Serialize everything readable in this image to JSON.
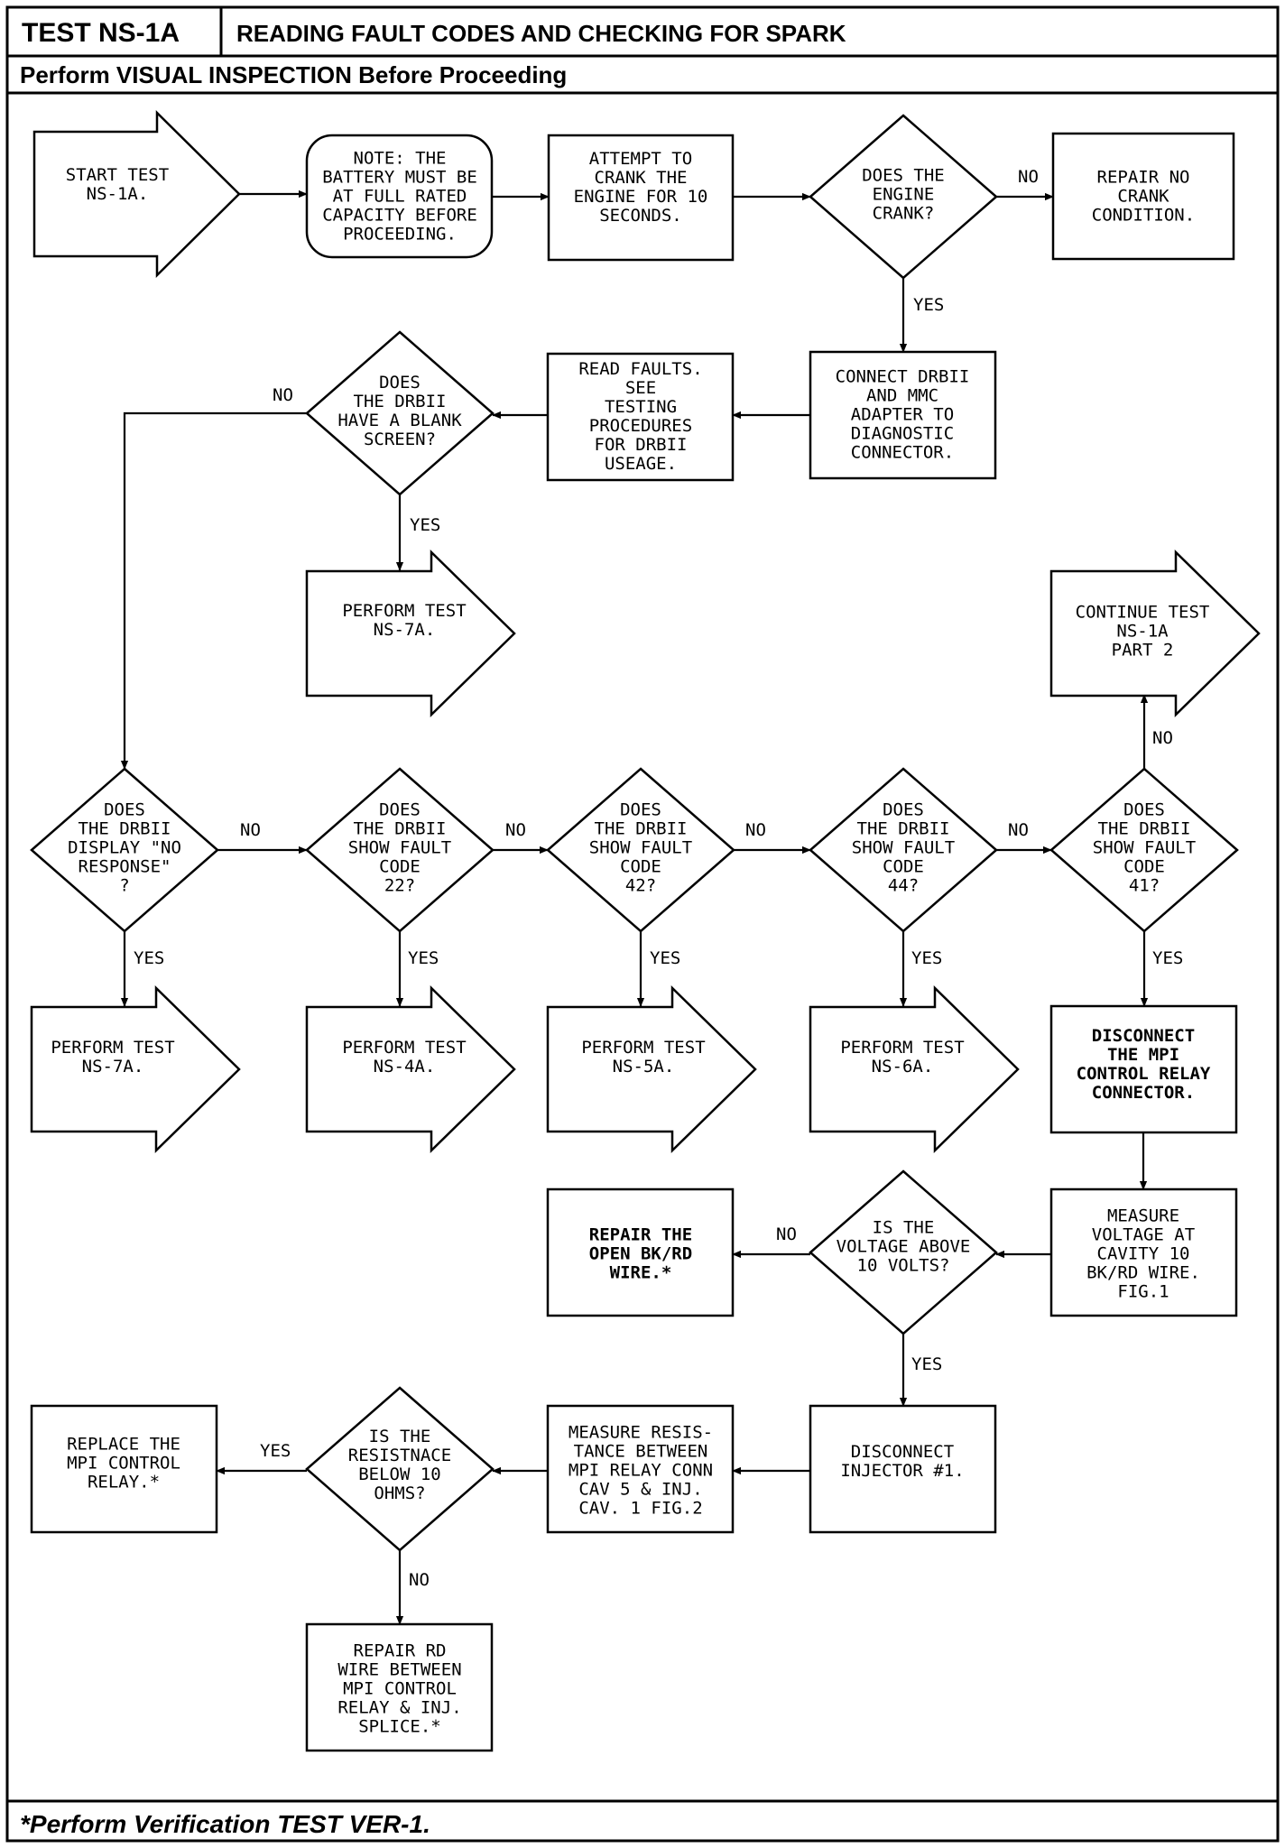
{
  "header": {
    "test_id": "TEST NS-1A",
    "title": "READING FAULT CODES AND CHECKING FOR SPARK",
    "subtitle": "Perform VISUAL INSPECTION Before Proceeding"
  },
  "footer": {
    "note": "*Perform Verification TEST VER-1."
  },
  "nodes": [
    {
      "id": "start",
      "type": "arrow",
      "lines": [
        "START TEST",
        "NS-1A."
      ]
    },
    {
      "id": "note",
      "type": "rounded",
      "lines": [
        "NOTE: THE",
        "BATTERY MUST BE",
        "AT FULL RATED",
        "CAPACITY BEFORE",
        "PROCEEDING."
      ]
    },
    {
      "id": "attempt",
      "type": "box",
      "lines": [
        "ATTEMPT TO",
        "CRANK THE",
        "ENGINE FOR 10",
        "SECONDS."
      ]
    },
    {
      "id": "crank",
      "type": "diamond",
      "lines": [
        "DOES THE",
        "ENGINE",
        "CRANK?"
      ]
    },
    {
      "id": "repair_crank",
      "type": "box",
      "lines": [
        "REPAIR NO",
        "CRANK",
        "CONDITION."
      ]
    },
    {
      "id": "connect",
      "type": "box",
      "lines": [
        "CONNECT DRBII",
        "AND MMC",
        "ADAPTER TO",
        "DIAGNOSTIC",
        "CONNECTOR."
      ]
    },
    {
      "id": "read",
      "type": "box",
      "lines": [
        "READ FAULTS.",
        "SEE",
        "TESTING",
        "PROCEDURES",
        "FOR DRBII",
        "USEAGE."
      ]
    },
    {
      "id": "blank",
      "type": "diamond",
      "lines": [
        "DOES",
        "THE DRBII",
        "HAVE A BLANK",
        "SCREEN?"
      ]
    },
    {
      "id": "perform_7a_top",
      "type": "arrow",
      "lines": [
        "PERFORM TEST",
        "NS-7A."
      ]
    },
    {
      "id": "continue",
      "type": "arrow",
      "lines": [
        "CONTINUE TEST",
        "NS-1A",
        "PART 2"
      ]
    },
    {
      "id": "noresp",
      "type": "diamond",
      "lines": [
        "DOES",
        "THE DRBII",
        "DISPLAY \"NO",
        "RESPONSE\"",
        "?"
      ]
    },
    {
      "id": "code22",
      "type": "diamond",
      "lines": [
        "DOES",
        "THE DRBII",
        "SHOW FAULT",
        "CODE",
        "22?"
      ]
    },
    {
      "id": "code42",
      "type": "diamond",
      "lines": [
        "DOES",
        "THE DRBII",
        "SHOW FAULT",
        "CODE",
        "42?"
      ]
    },
    {
      "id": "code44",
      "type": "diamond",
      "lines": [
        "DOES",
        "THE DRBII",
        "SHOW FAULT",
        "CODE",
        "44?"
      ]
    },
    {
      "id": "code41",
      "type": "diamond",
      "lines": [
        "DOES",
        "THE DRBII",
        "SHOW FAULT",
        "CODE",
        "41?"
      ]
    },
    {
      "id": "perform_7a",
      "type": "arrow",
      "lines": [
        "PERFORM TEST",
        "NS-7A."
      ]
    },
    {
      "id": "perform_4a",
      "type": "arrow",
      "lines": [
        "PERFORM TEST",
        "NS-4A."
      ]
    },
    {
      "id": "perform_5a",
      "type": "arrow",
      "lines": [
        "PERFORM TEST",
        "NS-5A."
      ]
    },
    {
      "id": "perform_6a",
      "type": "arrow",
      "lines": [
        "PERFORM TEST",
        "NS-6A."
      ]
    },
    {
      "id": "disconnect_relay",
      "type": "box",
      "lines": [
        "DISCONNECT",
        "THE MPI",
        "CONTROL RELAY",
        "CONNECTOR."
      ]
    },
    {
      "id": "measure_voltage",
      "type": "box",
      "lines": [
        "MEASURE",
        "VOLTAGE AT",
        "CAVITY 10",
        "BK/RD WIRE.",
        "FIG.1"
      ]
    },
    {
      "id": "voltage",
      "type": "diamond",
      "lines": [
        "IS THE",
        "VOLTAGE ABOVE",
        "10 VOLTS?"
      ]
    },
    {
      "id": "repair_open",
      "type": "box",
      "lines": [
        "REPAIR THE",
        "OPEN BK/RD",
        "WIRE.*"
      ]
    },
    {
      "id": "disconnect_inj",
      "type": "box",
      "lines": [
        "DISCONNECT",
        "INJECTOR #1."
      ]
    },
    {
      "id": "measure_res",
      "type": "box",
      "lines": [
        "MEASURE RESIS-",
        "TANCE BETWEEN",
        "MPI RELAY CONN",
        "CAV 5 & INJ.",
        "CAV. 1 FIG.2"
      ]
    },
    {
      "id": "resistance",
      "type": "diamond",
      "lines": [
        "IS THE",
        "RESISTNACE",
        "BELOW 10",
        "OHMS?"
      ]
    },
    {
      "id": "replace_relay",
      "type": "box",
      "lines": [
        "REPLACE THE",
        "MPI CONTROL",
        "RELAY.*"
      ]
    },
    {
      "id": "repair_rd",
      "type": "box",
      "lines": [
        "REPAIR RD",
        "WIRE BETWEEN",
        "MPI CONTROL",
        "RELAY & INJ.",
        "SPLICE.*"
      ]
    }
  ],
  "edges": [
    {
      "from": "start",
      "to": "note",
      "label": ""
    },
    {
      "from": "note",
      "to": "attempt",
      "label": ""
    },
    {
      "from": "attempt",
      "to": "crank",
      "label": ""
    },
    {
      "from": "crank",
      "to": "repair_crank",
      "label": "NO"
    },
    {
      "from": "crank",
      "to": "connect",
      "label": "YES"
    },
    {
      "from": "connect",
      "to": "read",
      "label": ""
    },
    {
      "from": "read",
      "to": "blank",
      "label": ""
    },
    {
      "from": "blank",
      "to": "perform_7a_top",
      "label": "YES"
    },
    {
      "from": "blank",
      "to": "noresp",
      "label": "NO"
    },
    {
      "from": "noresp",
      "to": "code22",
      "label": "NO"
    },
    {
      "from": "noresp",
      "to": "perform_7a",
      "label": "YES"
    },
    {
      "from": "code22",
      "to": "code42",
      "label": "NO"
    },
    {
      "from": "code22",
      "to": "perform_4a",
      "label": "YES"
    },
    {
      "from": "code42",
      "to": "code44",
      "label": "NO"
    },
    {
      "from": "code42",
      "to": "perform_5a",
      "label": "YES"
    },
    {
      "from": "code44",
      "to": "code41",
      "label": "NO"
    },
    {
      "from": "code44",
      "to": "perform_6a",
      "label": "YES"
    },
    {
      "from": "code41",
      "to": "continue",
      "label": "NO"
    },
    {
      "from": "code41",
      "to": "disconnect_relay",
      "label": "YES"
    },
    {
      "from": "disconnect_relay",
      "to": "measure_voltage",
      "label": ""
    },
    {
      "from": "measure_voltage",
      "to": "voltage",
      "label": ""
    },
    {
      "from": "voltage",
      "to": "repair_open",
      "label": "NO"
    },
    {
      "from": "voltage",
      "to": "disconnect_inj",
      "label": "YES"
    },
    {
      "from": "disconnect_inj",
      "to": "measure_res",
      "label": ""
    },
    {
      "from": "measure_res",
      "to": "resistance",
      "label": ""
    },
    {
      "from": "resistance",
      "to": "replace_relay",
      "label": "YES"
    },
    {
      "from": "resistance",
      "to": "repair_rd",
      "label": "NO"
    }
  ]
}
